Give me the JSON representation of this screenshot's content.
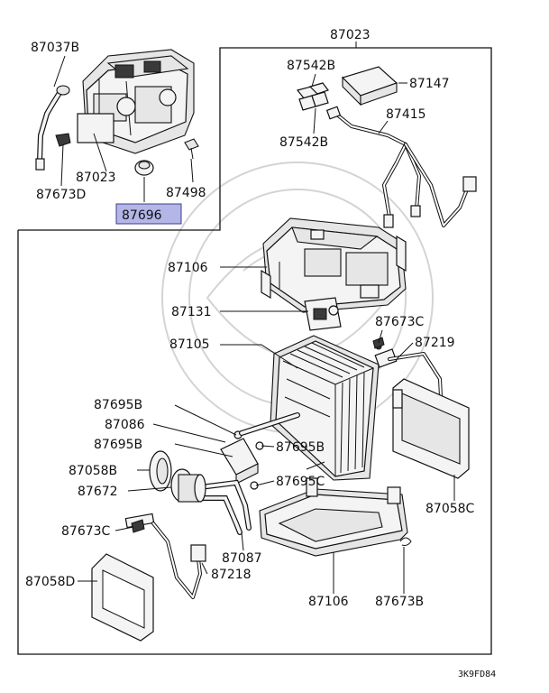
{
  "labels": {
    "l87023_top": "87023",
    "l87037B": "87037B",
    "l87023_small": "87023",
    "l87673D": "87673D",
    "l87498": "87498",
    "l87696": "87696",
    "l87542B_top": "87542B",
    "l87147": "87147",
    "l87542B_bot": "87542B",
    "l87415": "87415",
    "l87106_top": "87106",
    "l87131": "87131",
    "l87673C_right": "87673C",
    "l87105": "87105",
    "l87219": "87219",
    "l87695B_1": "87695B",
    "l87086": "87086",
    "l87695B_2": "87695B",
    "l87695B_3": "87695B",
    "l87058B": "87058B",
    "l87695C": "87695C",
    "l87672": "87672",
    "l87058C": "87058C",
    "l87673C_left": "87673C",
    "l87087": "87087",
    "l87218": "87218",
    "l87058D": "87058D",
    "l87106_bot": "87106",
    "l87673B": "87673B",
    "diagram_ref": "3K9FD84"
  },
  "highlight_color": "#b3b6e6"
}
